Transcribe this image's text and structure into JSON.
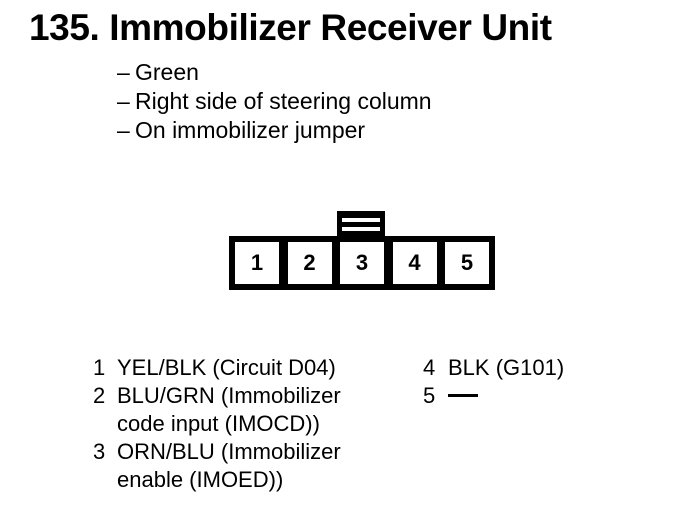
{
  "page": {
    "number": "135.",
    "title": "135. Immobilizer Receiver Unit",
    "notes": [
      {
        "dash": "–",
        "text": "Green"
      },
      {
        "dash": "–",
        "text": "Right side of steering column"
      },
      {
        "dash": "–",
        "text": "On immobilizer jumper"
      }
    ]
  },
  "connector": {
    "name": "immobilizer-receiver-connector",
    "pin_count": 5,
    "pins": [
      {
        "number": "1"
      },
      {
        "number": "2"
      },
      {
        "number": "3"
      },
      {
        "number": "4"
      },
      {
        "number": "5"
      }
    ]
  },
  "legend": {
    "left_column": [
      {
        "pin": "1",
        "lines": [
          "YEL/BLK (Circuit D04)"
        ]
      },
      {
        "pin": "2",
        "lines": [
          "BLU/GRN (Immobilizer",
          "code input (IMOCD))"
        ]
      },
      {
        "pin": "3",
        "lines": [
          "ORN/BLU (Immobilizer",
          "enable (IMOED))"
        ]
      }
    ],
    "right_column": [
      {
        "pin": "4",
        "lines": [
          "BLK (G101)"
        ]
      },
      {
        "pin": "5",
        "lines": [
          ""
        ],
        "blank": true
      }
    ]
  },
  "colors": {
    "background": "#ffffff",
    "ink": "#000000"
  }
}
